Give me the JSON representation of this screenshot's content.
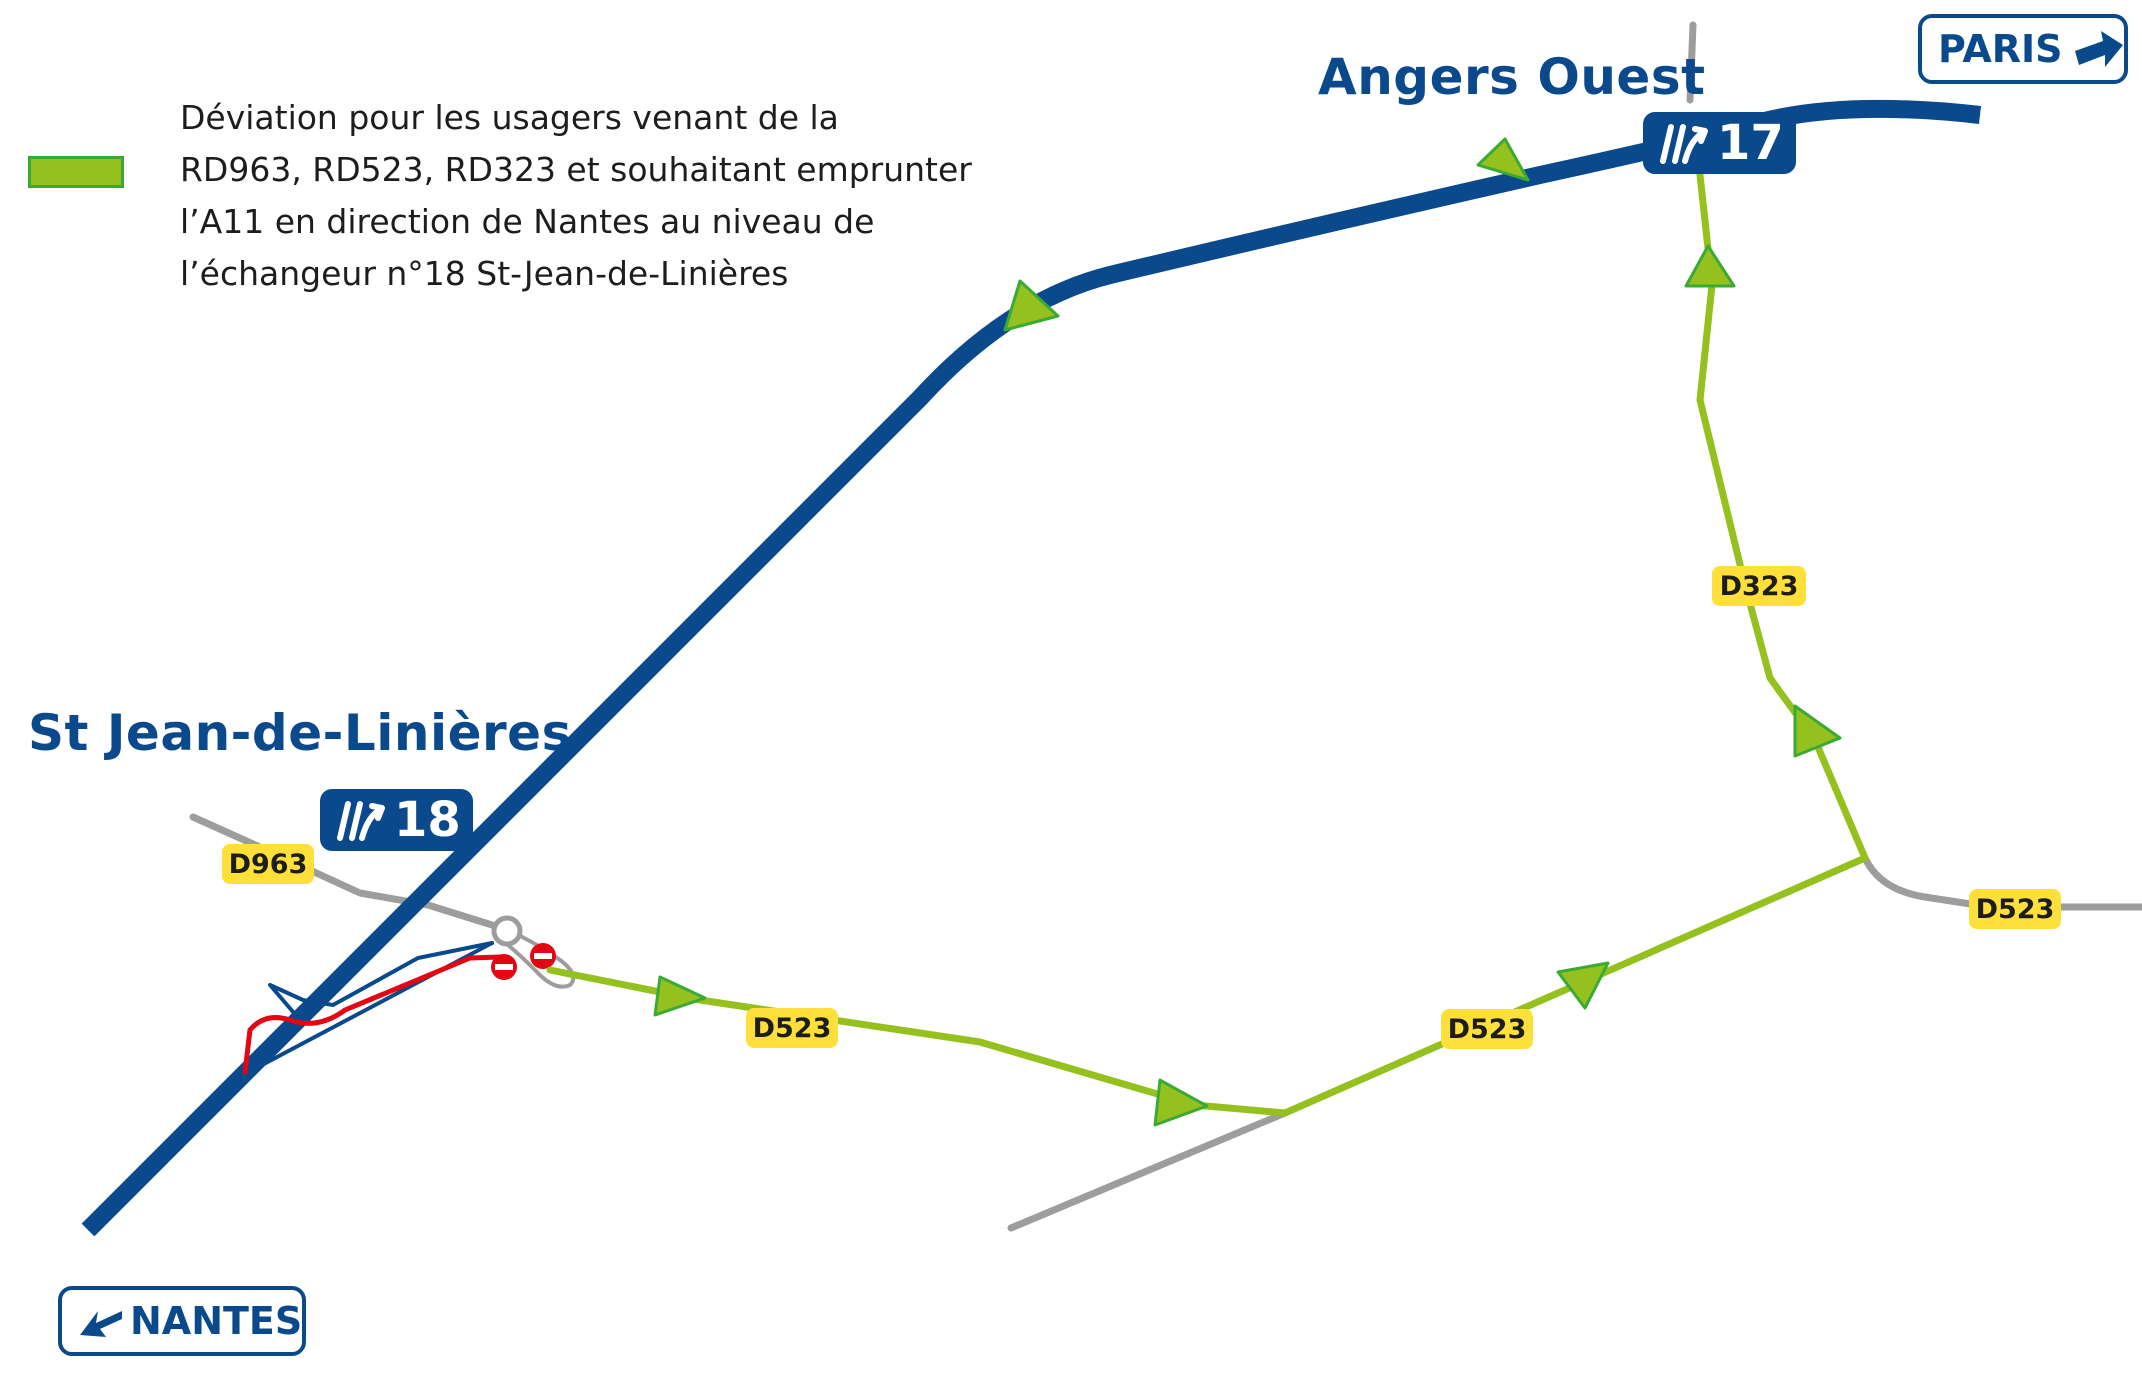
{
  "legend": {
    "color": "#95c11f",
    "lines": [
      "Déviation pour les usagers venant de la",
      "RD963, RD523, RD323 et souhaitant emprunter",
      "l’A11 en direction de Nantes au niveau de",
      "l’échangeur n°18 St-Jean-de-Linières"
    ]
  },
  "places": {
    "angers": "Angers Ouest",
    "st_jean": "St Jean-de-Linières"
  },
  "exits": {
    "exit_17": "17",
    "exit_18": "18",
    "icon": "motorway-exit-icon"
  },
  "directions": {
    "paris": "PARIS",
    "nantes": "NANTES"
  },
  "roads": {
    "d963": "D963",
    "d523_west": "D523",
    "d523_south": "D523",
    "d523_east": "D523",
    "d323": "D323"
  },
  "colors": {
    "motorway": "#0a4a8c",
    "detour": "#95c11f",
    "detour_arrow_outline": "#3aaa35",
    "local_road": "#9d9d9c",
    "road_label": "#ffe03a",
    "closed_route": "#e30613"
  }
}
